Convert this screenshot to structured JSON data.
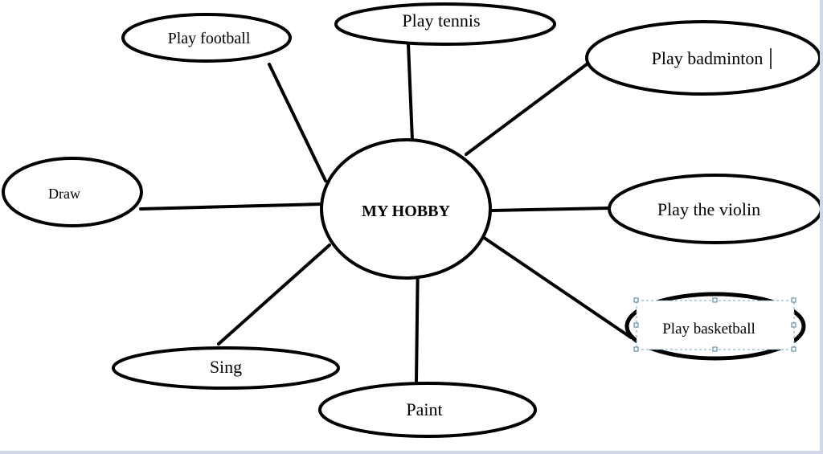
{
  "diagram": {
    "center": {
      "label": "MY HOBBY"
    },
    "nodes": [
      {
        "id": "play-football",
        "label": "Play football"
      },
      {
        "id": "play-tennis",
        "label": "Play tennis"
      },
      {
        "id": "play-badminton",
        "label": "Play badminton"
      },
      {
        "id": "draw",
        "label": "Draw"
      },
      {
        "id": "play-the-violin",
        "label": "Play the violin"
      },
      {
        "id": "play-basketball",
        "label": "Play basketball",
        "selected": true
      },
      {
        "id": "sing",
        "label": "Sing"
      },
      {
        "id": "paint",
        "label": "Paint"
      }
    ],
    "colors": {
      "stroke": "#000000",
      "background": "#ffffff",
      "selection": "#6fa8c8",
      "window_edge": "#cfd8e6"
    }
  }
}
